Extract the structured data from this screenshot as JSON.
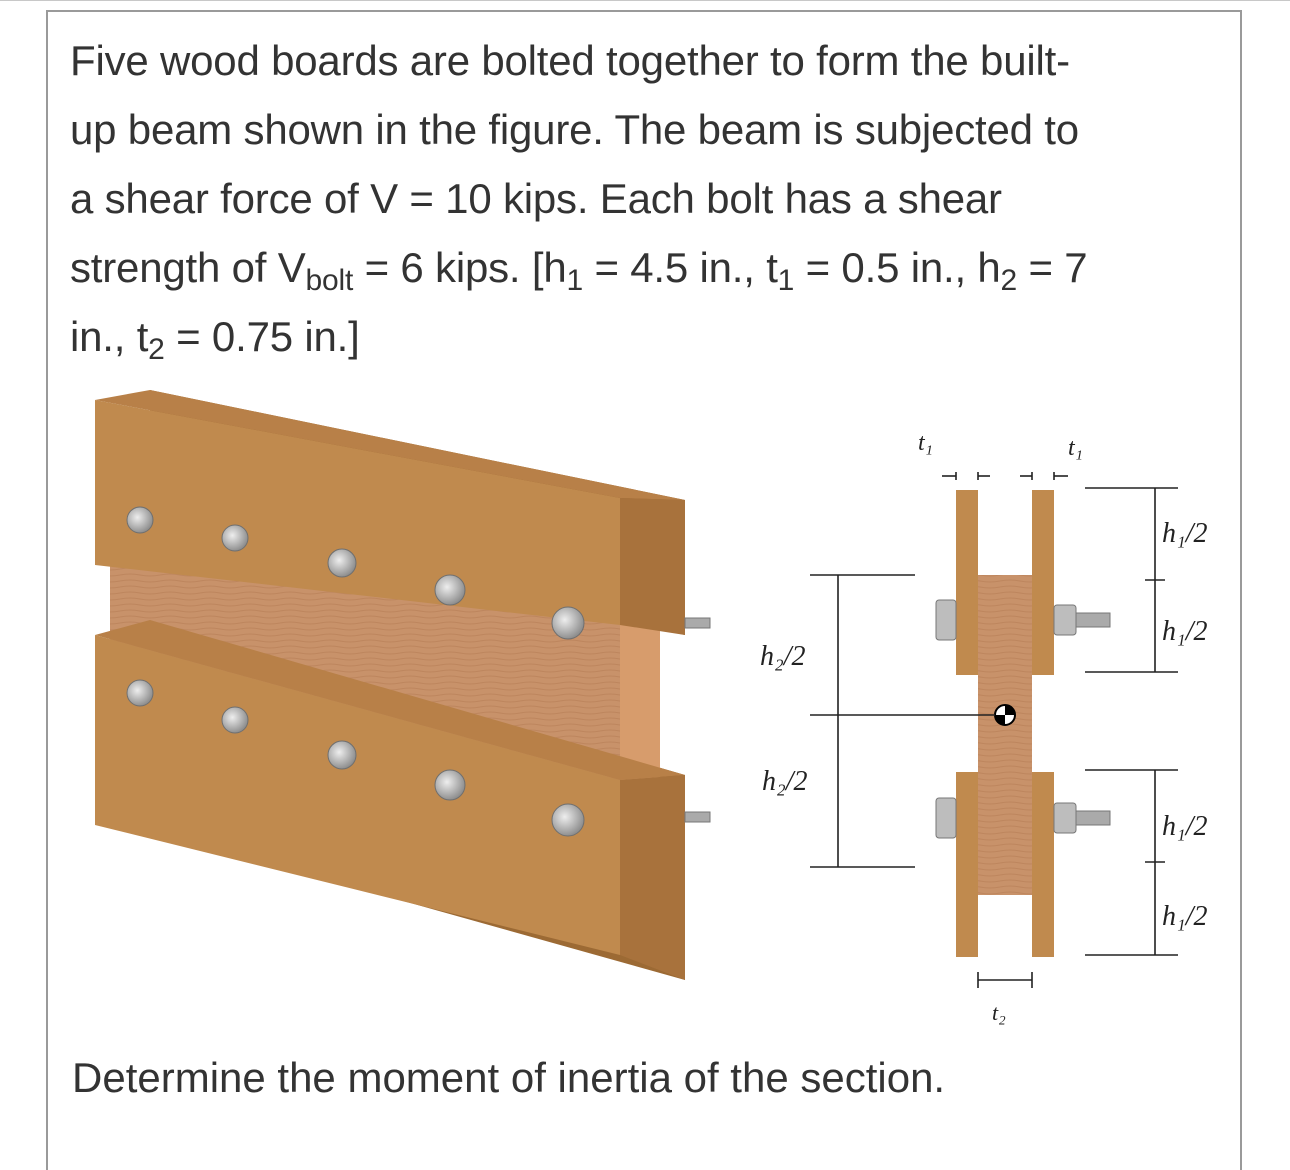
{
  "problem": {
    "line1": "Five wood boards are bolted together to form the built-",
    "line2": "up beam shown in the figure. The beam is subjected to",
    "line3": "a shear force of V = 10 kips. Each bolt has a shear",
    "line4_a": "strength of V",
    "line4_bolt": "bolt",
    "line4_b": " = 6 kips. [h",
    "line4_sub1": "1",
    "line4_c": " = 4.5 in., t",
    "line4_sub2": "1",
    "line4_d": " = 0.5 in., h",
    "line4_sub3": "2",
    "line4_e": " = 7",
    "line5_a": "in., t",
    "line5_sub": "2",
    "line5_b": " = 0.75 in.]"
  },
  "figure": {
    "labels": {
      "t1_left": "t₁",
      "t1_right": "t₁",
      "t2": "t₂",
      "h1_half": "h₁/2",
      "h2_half": "h₂/2"
    },
    "colors": {
      "wood_outer": "#c08a4e",
      "wood_dark": "#9c6a34",
      "wood_web": "#c8926a",
      "bolt": "#c9c9c9",
      "text": "#333333"
    }
  },
  "question": "Determine the moment of inertia of the section."
}
